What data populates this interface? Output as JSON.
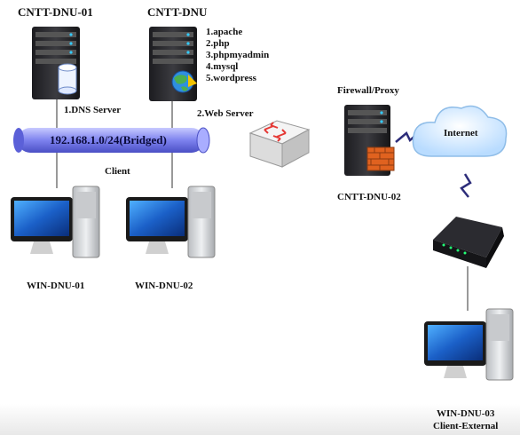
{
  "hosts": {
    "dns_host": "CNTT-DNU-01",
    "web_host": "CNTT-DNU",
    "fw_host": "CNTT-DNU-02",
    "client1": "WIN-DNU-01",
    "client2": "WIN-DNU-02",
    "client3": "WIN-DNU-03",
    "client3_sub": "Client-External"
  },
  "labels": {
    "dns_role": "1.DNS Server",
    "web_role": "2.Web Server",
    "network": "192.168.1.0/24(Bridged)",
    "client": "Client",
    "firewall": "Firewall/Proxy",
    "internet": "Internet"
  },
  "web_services": [
    "1.apache",
    "2.php",
    "3.phpmyadmin",
    "4.mysql",
    "5.wordpress"
  ],
  "colors": {
    "network_bar": "#8a8ff0",
    "server_body": "#2a2a2e",
    "cloud": "#cfe6ff",
    "link_zigzag": "#2d2d7a"
  }
}
